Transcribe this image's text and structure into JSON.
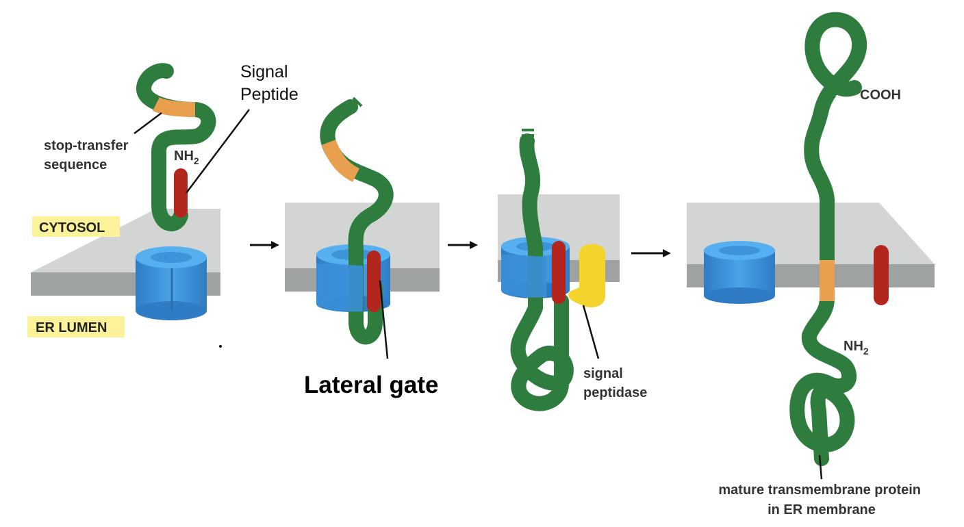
{
  "labels": {
    "signal_peptide": [
      "Signal",
      "Peptide"
    ],
    "stop_transfer": [
      "stop-transfer",
      "sequence"
    ],
    "nh2": "NH",
    "nh2_sub": "2",
    "cytosol": "CYTOSOL",
    "er_lumen": "ER LUMEN",
    "lateral_gate": "Lateral gate",
    "signal_peptidase": [
      "signal",
      "peptidase"
    ],
    "cooh": "COOH",
    "mature_protein": [
      "mature transmembrane protein",
      "in ER membrane"
    ]
  },
  "colors": {
    "polypeptide": "#2e7d3e",
    "stop_transfer": "#e8a04f",
    "signal_peptide": "#b3261e",
    "translocon": "#3d8fd6",
    "signal_peptidase": "#f4d32c",
    "membrane": "#c9cccb",
    "label_highlight": "#fbf29a"
  },
  "icons": [
    "arrow-right-icon",
    "translocon-channel-icon",
    "membrane-slab-icon"
  ]
}
